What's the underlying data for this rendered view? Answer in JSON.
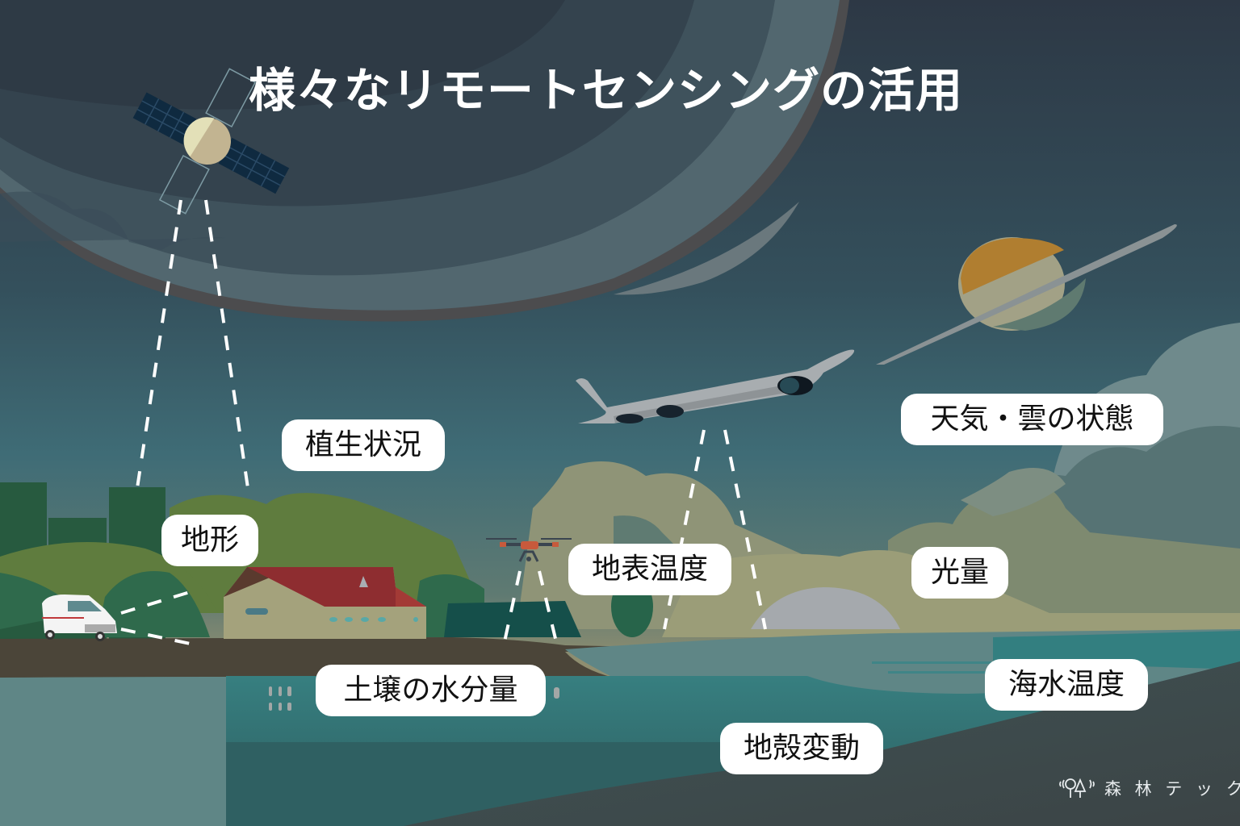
{
  "title": "様々なリモートセンシングの活用",
  "labels": {
    "vegetation": "植生状況",
    "terrain": "地形",
    "surface_temp": "地表温度",
    "weather_clouds": "天気・雲の状態",
    "light": "光量",
    "soil_moisture": "土壌の水分量",
    "sea_temp": "海水温度",
    "crustal_movement": "地殻変動"
  },
  "logo": {
    "icon": "forest-tree-signal-icon",
    "text": "森 林 テ ッ ク"
  },
  "illustration": {
    "platforms": [
      "satellite",
      "airplane",
      "drone",
      "ground-vehicle"
    ],
    "colors": {
      "sky_top": "#2e3a46",
      "sky_mid": "#3f6b75",
      "sky_horizon": "#8b8d6e",
      "ground": "#4b4539",
      "sea": "#34807f",
      "forest_dark": "#275a3f",
      "forest_light": "#5f7c3e",
      "roof": "#8e2d30",
      "house_wall": "#a4a27c",
      "drone_accent": "#c75a3c",
      "planet_orange": "#b07e30"
    }
  }
}
